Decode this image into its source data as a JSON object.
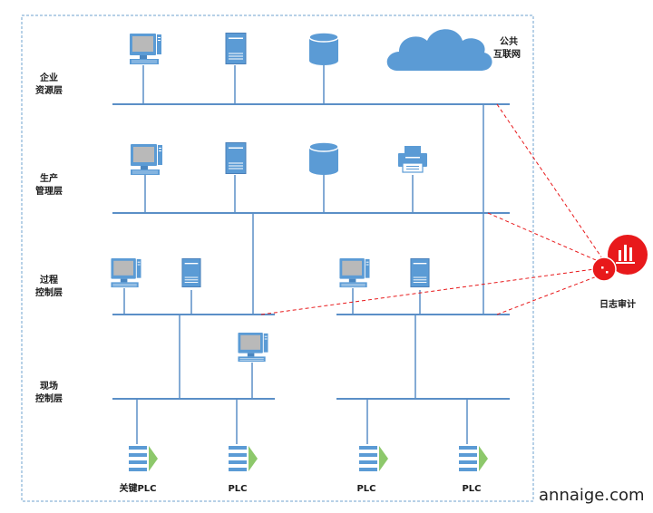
{
  "layers": [
    {
      "line1": "企业",
      "line2": "资源层"
    },
    {
      "line1": "生产",
      "line2": "管理层"
    },
    {
      "line1": "过程",
      "line2": "控制层"
    },
    {
      "line1": "现场",
      "line2": "控制层"
    }
  ],
  "internet": {
    "line1": "公共",
    "line2": "互联网"
  },
  "audit": {
    "label": "日志审计"
  },
  "plcs": [
    "关键PLC",
    "PLC",
    "PLC",
    "PLC"
  ],
  "watermark": "annaige.com",
  "colors": {
    "device": "#5b9bd5",
    "line": "#5b8fc7",
    "border": "#6fa3cf",
    "audit": "#e8191b",
    "link": "#e8191b",
    "plc_arrow": "#8dc86b"
  },
  "icons": {
    "workstation": "computer-icon",
    "server": "server-icon",
    "database": "database-icon",
    "cloud": "cloud-icon",
    "printer": "printer-icon",
    "plc": "plc-icon",
    "audit": "log-audit-icon"
  }
}
